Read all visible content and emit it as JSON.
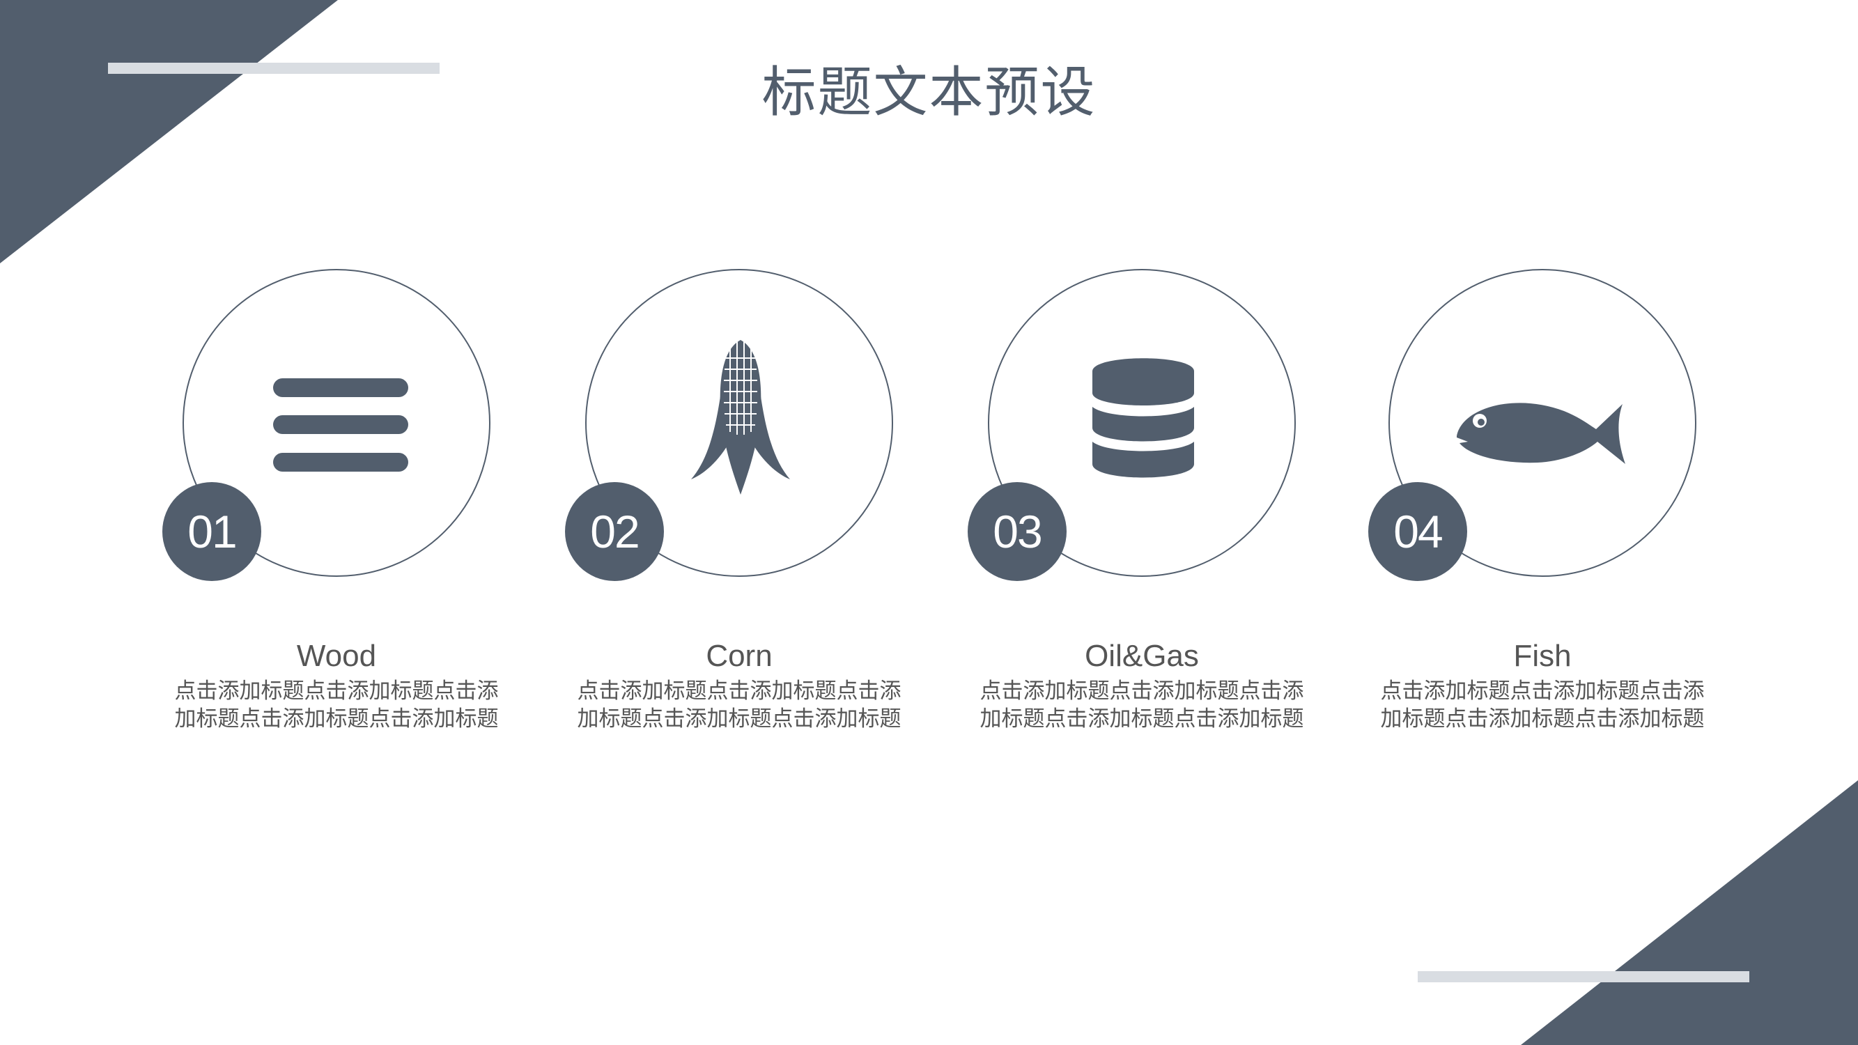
{
  "slide": {
    "title": "标题文本预设",
    "accent_color": "#525e6d",
    "light_bar_color": "#d9dde2"
  },
  "cards": [
    {
      "number": "01",
      "icon": "lines-icon",
      "label": "Wood",
      "description": "点击添加标题点击添加标题点击添加标题点击添加标题点击添加标题"
    },
    {
      "number": "02",
      "icon": "corn-icon",
      "label": "Corn",
      "description": "点击添加标题点击添加标题点击添加标题点击添加标题点击添加标题"
    },
    {
      "number": "03",
      "icon": "database-icon",
      "label": "Oil&Gas",
      "description": "点击添加标题点击添加标题点击添加标题点击添加标题点击添加标题"
    },
    {
      "number": "04",
      "icon": "fish-icon",
      "label": "Fish",
      "description": "点击添加标题点击添加标题点击添加标题点击添加标题点击添加标题"
    }
  ]
}
